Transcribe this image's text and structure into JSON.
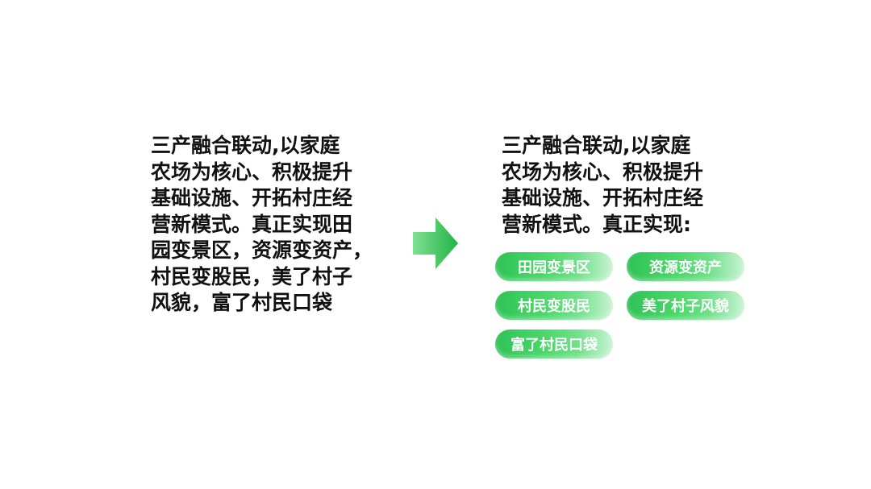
{
  "left": {
    "lines": [
      "三产融合联动,以家庭",
      "农场为核心、积极提升",
      "基础设施、开拓村庄经",
      "营新模式。真正实现田",
      "园变景区，资源变资产，",
      "村民变股民，美了村子",
      "风貌，富了村民口袋"
    ]
  },
  "arrow": {
    "icon": "right-arrow-icon",
    "color_start": "#6fdc86",
    "color_end": "#27b84a"
  },
  "right": {
    "lines": [
      "三产融合联动,以家庭",
      "农场为核心、积极提升",
      "基础设施、开拓村庄经",
      "营新模式。真正实现:"
    ],
    "pills": [
      "田园变景区",
      "资源变资产",
      "村民变股民",
      "美了村子风貌",
      "富了村民口袋"
    ],
    "pill_color": "#2fc257"
  }
}
